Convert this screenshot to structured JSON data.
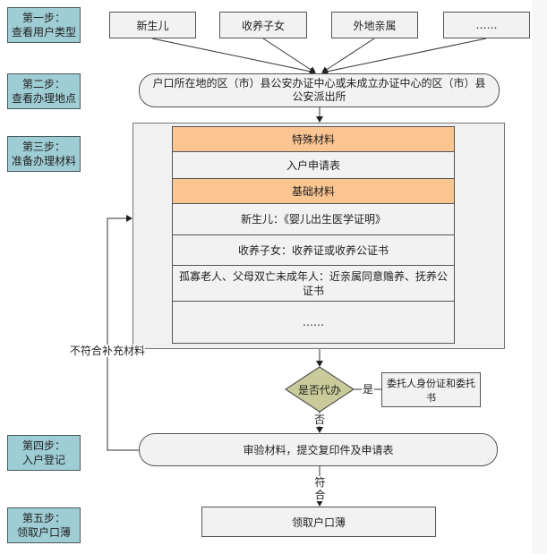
{
  "steps": [
    {
      "title": "第一步：",
      "subtitle": "查看用户类型"
    },
    {
      "title": "第二步：",
      "subtitle": "查看办理地点"
    },
    {
      "title": "第三步：",
      "subtitle": "准备办理材料"
    },
    {
      "title": "第四步：",
      "subtitle": "入户登记"
    },
    {
      "title": "第五步：",
      "subtitle": "领取户口薄"
    }
  ],
  "user_types": [
    "新生儿",
    "收养子女",
    "外地亲属",
    "……"
  ],
  "location": "户口所在地的区（市）县公安办证中心或未成立办证中心的区（市）县公安派出所",
  "materials": [
    {
      "label": "特殊材料",
      "highlight": true
    },
    {
      "label": "入户申请表",
      "highlight": false
    },
    {
      "label": "基础材料",
      "highlight": true
    },
    {
      "label": "新生儿：《婴儿出生医学证明》",
      "highlight": false
    },
    {
      "label": "收养子女：收养证或收养公证书",
      "highlight": false
    },
    {
      "label": "孤寡老人、父母双亡未成年人：近亲属同意赡养、抚养公证书",
      "highlight": false
    },
    {
      "label": "……",
      "highlight": false
    }
  ],
  "decision": {
    "question": "是否代办",
    "yes_label": "是",
    "no_label": "否",
    "yes_result": "委托人身份证和委托书"
  },
  "feedback_label": "不符合补充材料",
  "registration": "审验材料，提交复印件及申请表",
  "pass_label": "符合",
  "final": "领取户口薄",
  "colors": {
    "step_fill": "#9ecdd4",
    "highlight_fill": "#fbc592",
    "decision_fill": "#c9cc9a",
    "box_fill": "#f2f2f2"
  }
}
